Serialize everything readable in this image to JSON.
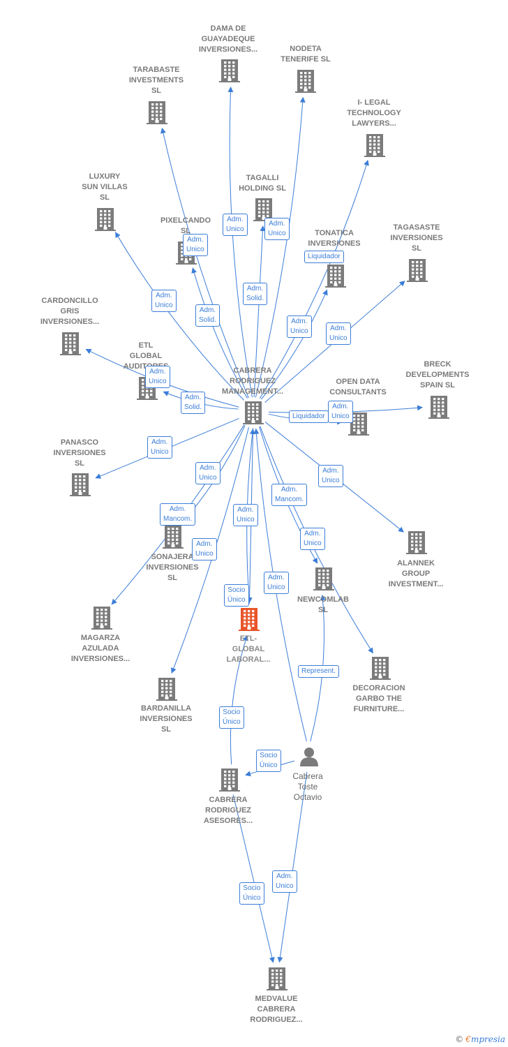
{
  "colors": {
    "edge": "#3b7dd8",
    "building": "#7b7b7b",
    "focus": "#e8552a",
    "person": "#7b7b7b",
    "label": "#7a7a7a"
  },
  "nodes": [
    {
      "id": "dama",
      "lines": [
        "DAMA DE",
        "GUAYADEQUE",
        "INVERSIONES..."
      ],
      "type": "company"
    },
    {
      "id": "nodeta",
      "lines": [
        "NODETA",
        "TENERIFE  SL"
      ],
      "type": "company"
    },
    {
      "id": "tarabaste",
      "lines": [
        "TARABASTE",
        "INVESTMENTS",
        "SL"
      ],
      "type": "company"
    },
    {
      "id": "ilegal",
      "lines": [
        "I- LEGAL",
        "TECHNOLOGY",
        "LAWYERS..."
      ],
      "type": "company"
    },
    {
      "id": "luxury",
      "lines": [
        "LUXURY",
        "SUN VILLAS",
        "SL"
      ],
      "type": "company"
    },
    {
      "id": "tagalli",
      "lines": [
        "TAGALLI",
        "HOLDING  SL"
      ],
      "type": "company"
    },
    {
      "id": "pixelcando",
      "lines": [
        "PIXELCANDO",
        "SL"
      ],
      "type": "company"
    },
    {
      "id": "tonatica",
      "lines": [
        "TONATICA",
        "INVERSIONES"
      ],
      "type": "company"
    },
    {
      "id": "tagasaste",
      "lines": [
        "TAGASASTE",
        "INVERSIONES",
        "SL"
      ],
      "type": "company"
    },
    {
      "id": "cardoncillo",
      "lines": [
        "CARDONCILLO",
        "GRIS",
        "INVERSIONES..."
      ],
      "type": "company"
    },
    {
      "id": "etlaud",
      "lines": [
        "ETL",
        "GLOBAL",
        "AUDITORES"
      ],
      "type": "company"
    },
    {
      "id": "cabrera",
      "lines": [
        "CABRERA",
        "RODRIGUEZ",
        "MANAGEMENT..."
      ],
      "type": "company"
    },
    {
      "id": "opendata",
      "lines": [
        "OPEN DATA",
        "CONSULTANTS"
      ],
      "type": "company"
    },
    {
      "id": "breck",
      "lines": [
        "BRECK",
        "DEVELOPMENTS",
        "SPAIN  SL"
      ],
      "type": "company"
    },
    {
      "id": "panasco",
      "lines": [
        "PANASCO",
        "INVERSIONES",
        "SL"
      ],
      "type": "company"
    },
    {
      "id": "sonajera",
      "lines": [
        "SONAJERA",
        "INVERSIONES",
        "SL"
      ],
      "type": "company"
    },
    {
      "id": "alannek",
      "lines": [
        "ALANNEK",
        "GROUP",
        "INVESTMENT..."
      ],
      "type": "company"
    },
    {
      "id": "newcomlab",
      "lines": [
        "NEWCOMLAB",
        "SL"
      ],
      "type": "company"
    },
    {
      "id": "etllab",
      "lines": [
        "ETL-",
        "GLOBAL",
        "LABORAL..."
      ],
      "type": "focus"
    },
    {
      "id": "magarza",
      "lines": [
        "MAGARZA",
        "AZULADA",
        "INVERSIONES..."
      ],
      "type": "company"
    },
    {
      "id": "decoracion",
      "lines": [
        "DECORACION",
        "GARBO THE",
        "FURNITURE..."
      ],
      "type": "company"
    },
    {
      "id": "bardanilla",
      "lines": [
        "BARDANILLA",
        "INVERSIONES",
        "SL"
      ],
      "type": "company"
    },
    {
      "id": "asesores",
      "lines": [
        "CABRERA",
        "RODRIGUEZ",
        "ASESORES..."
      ],
      "type": "company"
    },
    {
      "id": "octavio",
      "lines": [
        "Cabrera",
        "Toste",
        "Octavio"
      ],
      "type": "person"
    },
    {
      "id": "medvalue",
      "lines": [
        "MEDVALUE",
        "CABRERA",
        "RODRIGUEZ..."
      ],
      "type": "company"
    }
  ],
  "edge_tags": [
    [
      "Adm.",
      "Unico"
    ],
    [
      "Adm.",
      "Unico"
    ],
    [
      "Adm.",
      "Unico"
    ],
    [
      "Liquidador"
    ],
    [
      "Adm.",
      "Solid."
    ],
    [
      "Adm.",
      "Unico"
    ],
    [
      "Adm.",
      "Solid."
    ],
    [
      "Adm.",
      "Unico"
    ],
    [
      "Adm.",
      "Unico"
    ],
    [
      "Adm.",
      "Unico"
    ],
    [
      "Adm.",
      "Solid."
    ],
    [
      "Liquidador"
    ],
    [
      "Adm.",
      "Unico"
    ],
    [
      "Adm.",
      "Unico"
    ],
    [
      "Adm.",
      "Unico"
    ],
    [
      "Adm.",
      "Unico"
    ],
    [
      "Adm.",
      "Mancom."
    ],
    [
      "Adm.",
      "Mancom."
    ],
    [
      "Adm.",
      "Unico"
    ],
    [
      "Adm.",
      "Unico"
    ],
    [
      "Adm.",
      "Unico"
    ],
    [
      "Socio",
      "Único"
    ],
    [
      "Adm.",
      "Unico"
    ],
    [
      "Represent."
    ],
    [
      "Socio",
      "Único"
    ],
    [
      "Socio",
      "Único"
    ],
    [
      "Socio",
      "Único"
    ],
    [
      "Adm.",
      "Unico"
    ]
  ],
  "brand": {
    "symbol": "©",
    "name_initial": "€",
    "name_rest": "mpresia"
  }
}
